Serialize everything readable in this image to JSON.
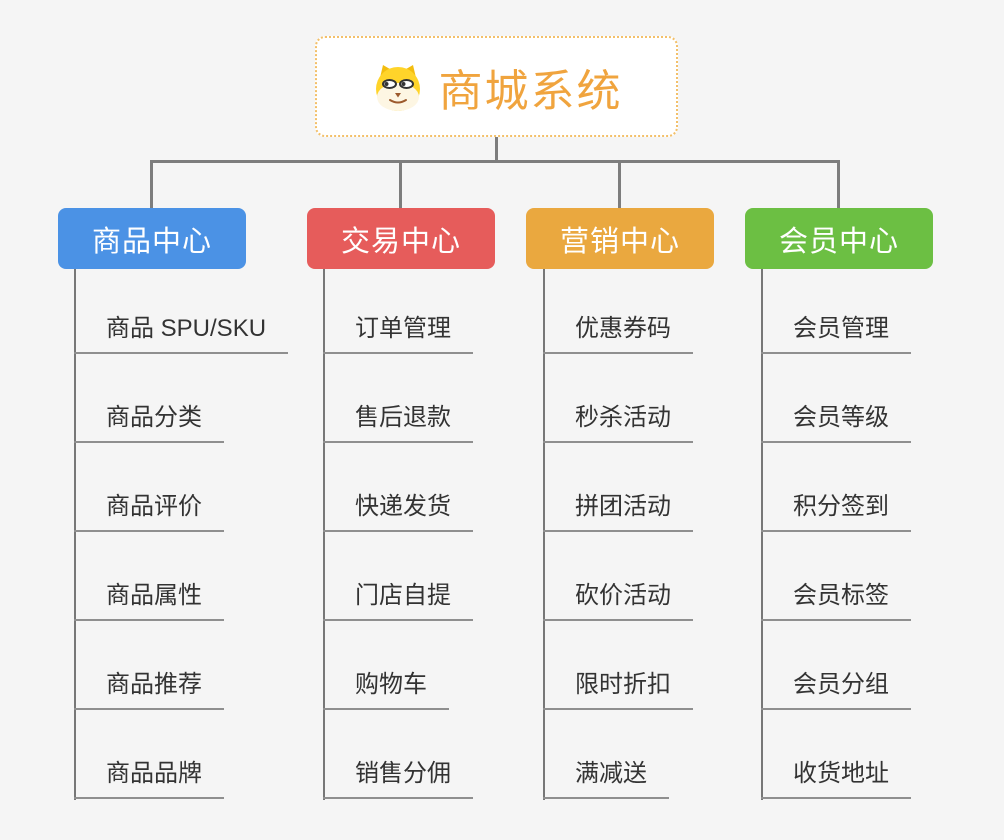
{
  "app": {
    "background_color": "#f5f5f5",
    "connector_color": "#7d7d7d"
  },
  "root": {
    "title": "商城系统",
    "icon": "shiba-dog-icon",
    "title_color": "#f0a43e",
    "border_color": "#f3c06a"
  },
  "branches": [
    {
      "label": "商品中心",
      "color": "#4b92e5",
      "items": [
        "商品 SPU/SKU",
        "商品分类",
        "商品评价",
        "商品属性",
        "商品推荐",
        "商品品牌"
      ]
    },
    {
      "label": "交易中心",
      "color": "#e65c5b",
      "items": [
        "订单管理",
        "售后退款",
        "快递发货",
        "门店自提",
        "购物车",
        "销售分佣"
      ]
    },
    {
      "label": "营销中心",
      "color": "#eaa83f",
      "items": [
        "优惠券码",
        "秒杀活动",
        "拼团活动",
        "砍价活动",
        "限时折扣",
        "满减送"
      ]
    },
    {
      "label": "会员中心",
      "color": "#6cbf43",
      "items": [
        "会员管理",
        "会员等级",
        "积分签到",
        "会员标签",
        "会员分组",
        "收货地址"
      ]
    }
  ]
}
